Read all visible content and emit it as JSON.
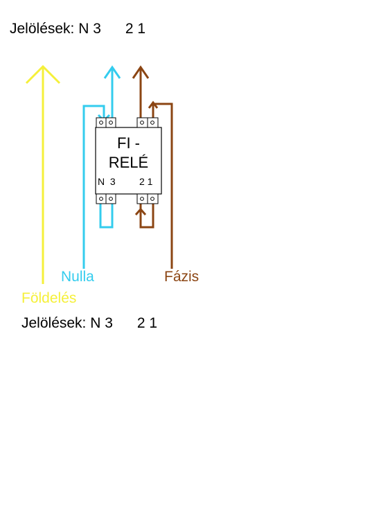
{
  "heading": "Jelölések: N 3      2 1",
  "heading_bottom": "Jelölések: N 3      2 1",
  "relay": {
    "line1": "FI -",
    "line2": "RELÉ",
    "terminals_left": "N  3",
    "terminals_right": "2 1"
  },
  "wires": {
    "nulla": {
      "label": "Nulla",
      "color": "#33ccee"
    },
    "fazis": {
      "label": "Fázis",
      "color": "#8b4513"
    },
    "foldeles": {
      "label": "Földelés",
      "color": "#f5f03a"
    }
  }
}
